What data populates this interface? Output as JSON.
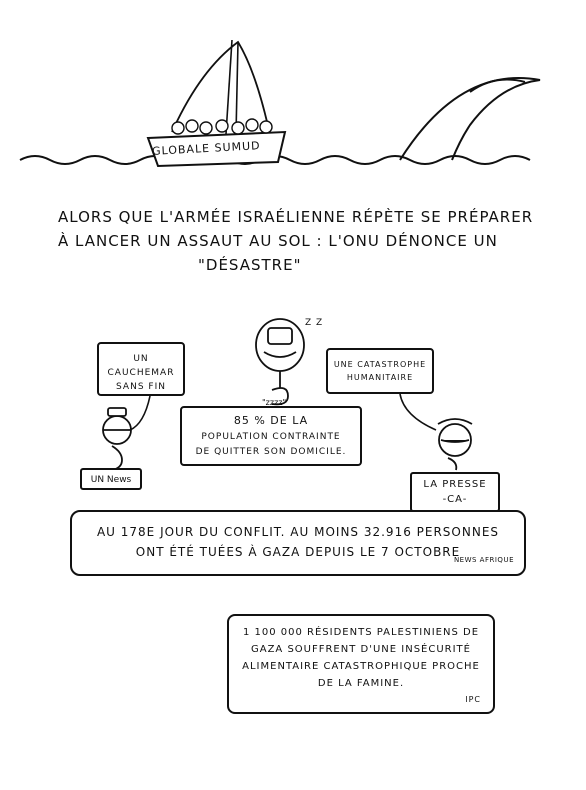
{
  "boat": {
    "label": "GLOBALE SUMUD"
  },
  "headline": {
    "line1": "Alors que l'armée israélienne répète se préparer",
    "line2": "à lancer un assaut au sol : l'ONU dénonce un",
    "line3": "\"Désastre\""
  },
  "sleeper": {
    "snore": "z z",
    "caption": "\"zzzz\""
  },
  "left_figure": {
    "speech": "Un cauchemar sans fin",
    "label": "UN News"
  },
  "right_figure": {
    "speech": "Une catastrophe humanitaire",
    "label_line1": "La Presse",
    "label_line2": "-CA-"
  },
  "center_box": {
    "percent": "85 % de la",
    "line2": "population contrainte",
    "line3": "de quitter son domicile."
  },
  "stat_box": {
    "line1": "Au 178e jour du conflit. Au moins 32.916 personnes",
    "line2": "ont été tuées à Gaza depuis le 7 octobre",
    "source": "News Afrique"
  },
  "famine_box": {
    "line1": "1 100 000 résidents palestiniens de",
    "line2": "Gaza souffrent d'une insécurité",
    "line3": "alimentaire catastrophique proche",
    "line4": "de la famine.",
    "source": "IPC"
  },
  "colors": {
    "ink": "#111111",
    "paper": "#ffffff"
  }
}
